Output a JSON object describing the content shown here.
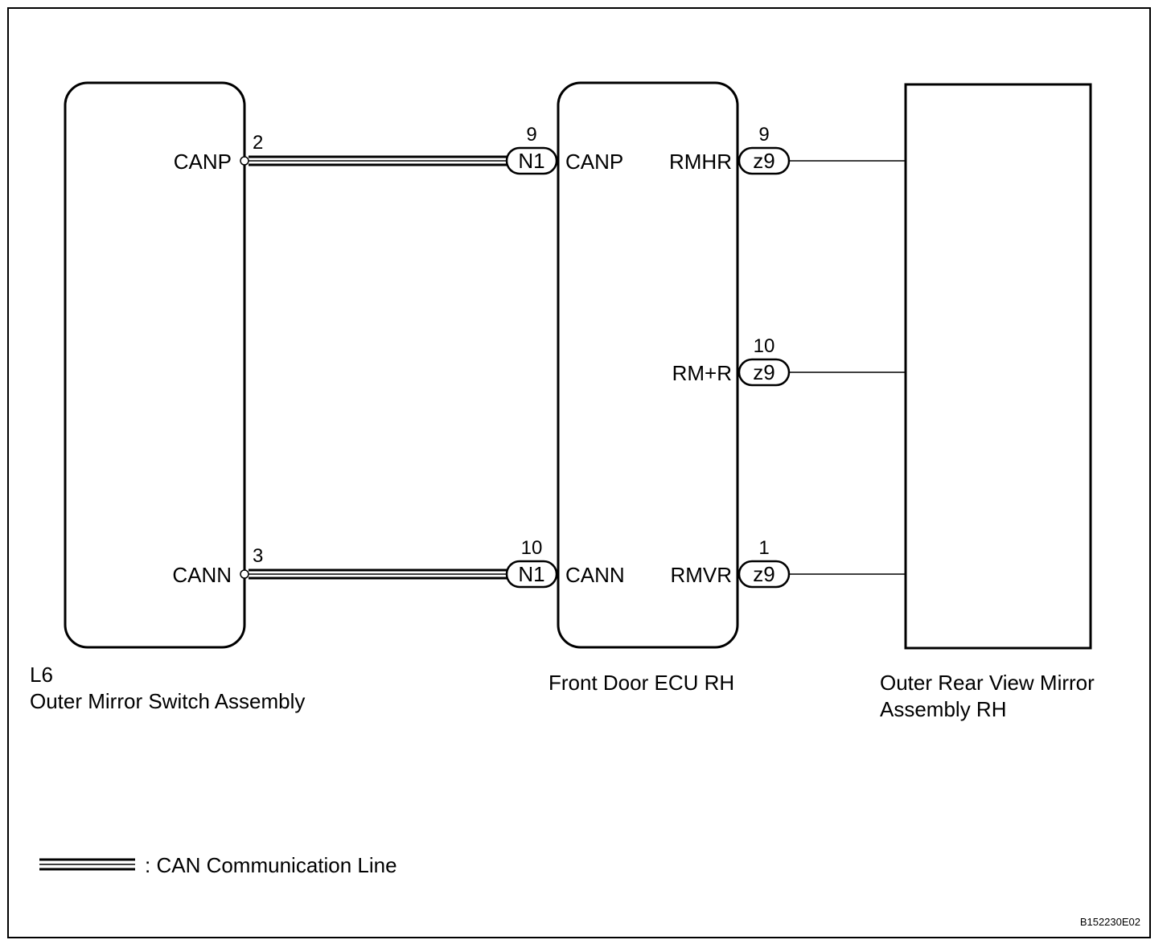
{
  "components": {
    "switch": {
      "code": "L6",
      "name": "Outer Mirror Switch Assembly",
      "terminals": [
        {
          "label": "CANP",
          "pin": "2"
        },
        {
          "label": "CANN",
          "pin": "3"
        }
      ]
    },
    "ecu": {
      "name": "Front Door ECU RH",
      "left_terminals": [
        {
          "label": "CANP",
          "pin": "9",
          "connector": "N1"
        },
        {
          "label": "CANN",
          "pin": "10",
          "connector": "N1"
        }
      ],
      "right_terminals": [
        {
          "label": "RMHR",
          "pin": "9",
          "connector": "z9"
        },
        {
          "label": "RM+R",
          "pin": "10",
          "connector": "z9"
        },
        {
          "label": "RMVR",
          "pin": "1",
          "connector": "z9"
        }
      ]
    },
    "mirror": {
      "name_line1": "Outer Rear View Mirror",
      "name_line2": "Assembly RH"
    }
  },
  "legend": {
    "text": ": CAN Communication Line"
  },
  "figure_id": "B152230E02"
}
